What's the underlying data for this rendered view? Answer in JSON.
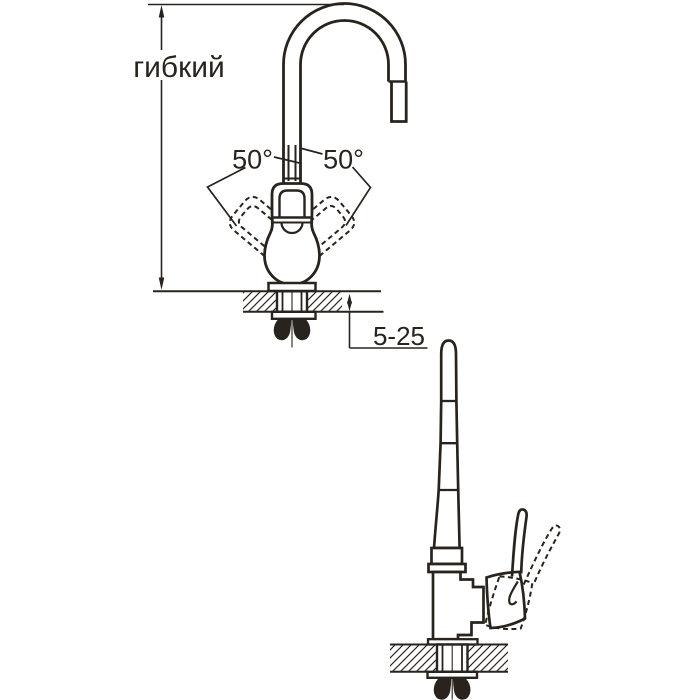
{
  "drawing": {
    "kind": "faucet installation technical drawing",
    "colors": {
      "line": "#29231e",
      "background": "#ffffff"
    },
    "labels": {
      "spout_height": "гибкий",
      "swivel_left": "50°",
      "swivel_right": "50°",
      "mount_thickness": "5-25"
    }
  }
}
